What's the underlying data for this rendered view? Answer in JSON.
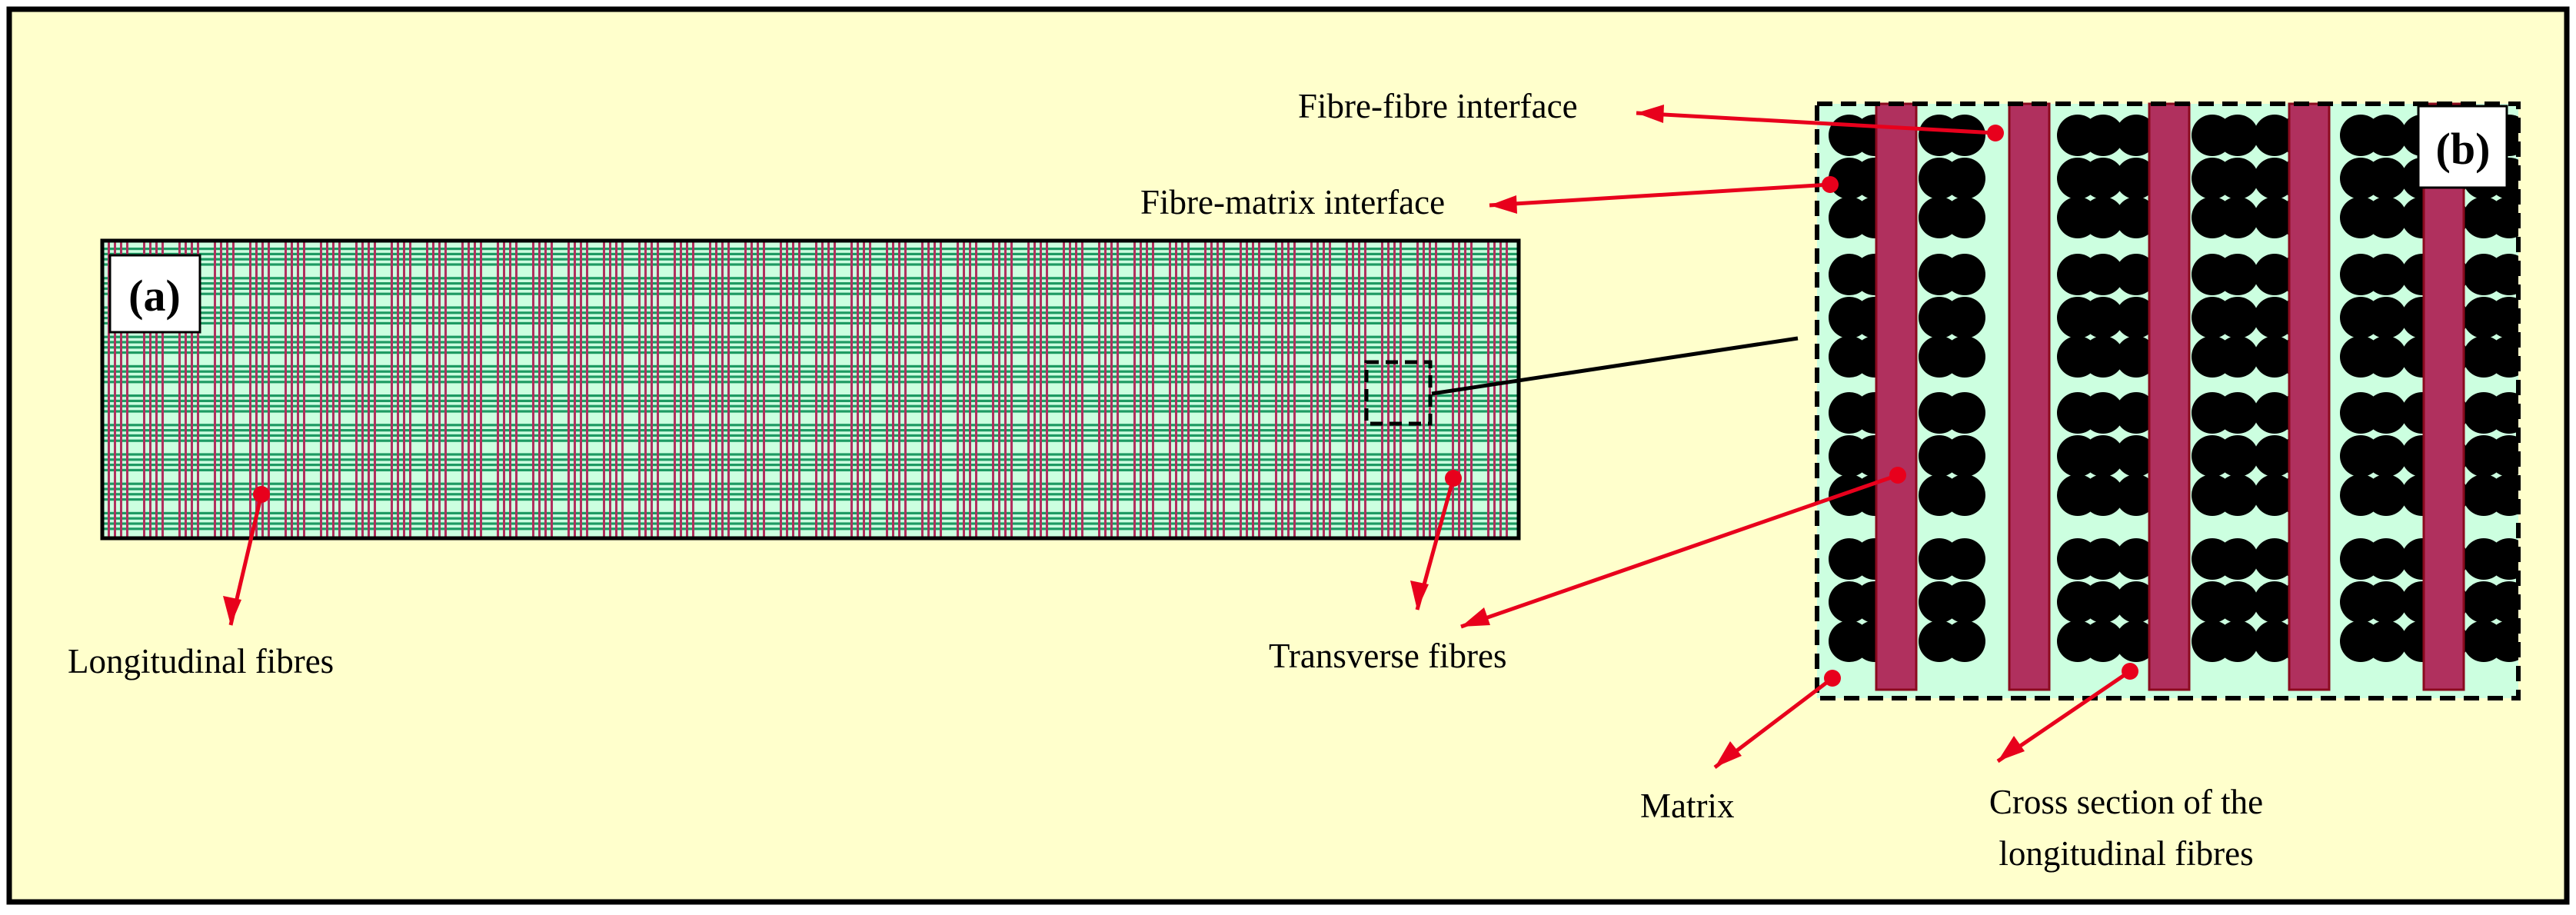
{
  "panels": {
    "a": {
      "label": "(a)"
    },
    "b": {
      "label": "(b)"
    }
  },
  "labels": {
    "longitudinal": "Longitudinal fibres",
    "transverse": "Transverse fibres",
    "fibre_fibre": "Fibre-fibre interface",
    "fibre_matrix": "Fibre-matrix interface",
    "matrix": "Matrix",
    "cross_section_line1": "Cross section of the",
    "cross_section_line2": "longitudinal fibres"
  },
  "colors": {
    "background": "#FFFFCC",
    "border": "#000000",
    "matrix": "#CCFFE0",
    "green_fibre": "#1E9A63",
    "red_fibre": "#B0305E",
    "red_fibre_edge": "#8A0A1E",
    "cross_section": "#000000",
    "arrow": "#E8001C"
  }
}
